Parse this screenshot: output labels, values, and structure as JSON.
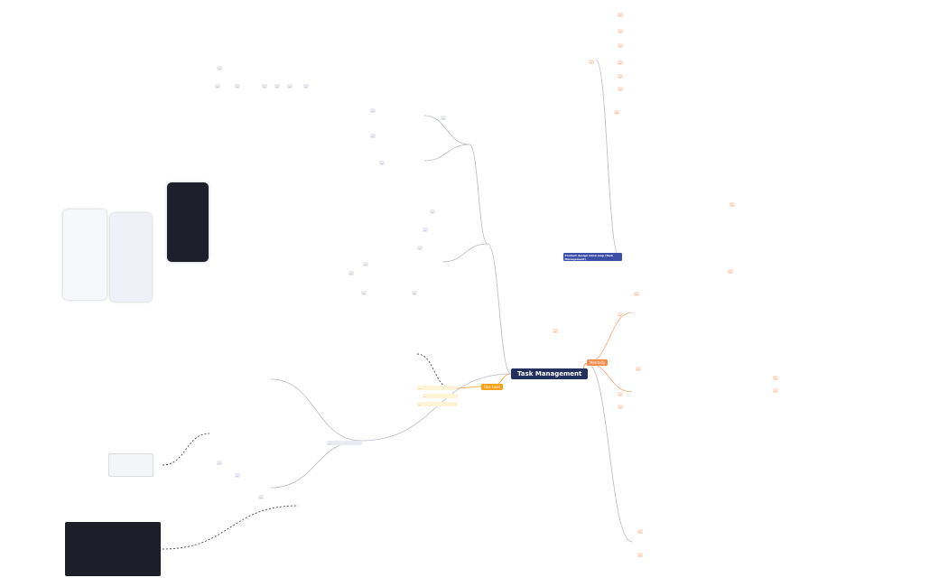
{
  "map": {
    "center": "Task Management",
    "uses_label": "Use case",
    "mentally_label": "Mentally",
    "summary": "Product design mind-map (Task Management)",
    "questions": [
      "...",
      "...",
      "..."
    ],
    "left_top_title": "...",
    "left_section_title": "..."
  },
  "nodes_left": [
    "...",
    "...",
    "...",
    "...",
    "...",
    "...",
    "...",
    "...",
    "...",
    "...",
    "...",
    "...",
    "...",
    "...",
    "...",
    "...",
    "...",
    "...",
    "...",
    "..."
  ],
  "nodes_right": [
    "...",
    "...",
    "...",
    "...",
    "...",
    "...",
    "...",
    "...",
    "...",
    "...",
    "...",
    "...",
    "...",
    "...",
    "...",
    "...",
    "...",
    "...",
    "...",
    "..."
  ],
  "colors": {
    "center": "#24305e",
    "orange_branch": "#f58b4c",
    "uses_branch": "#f7a21b",
    "node_bg": "#e9ebf3",
    "line": "#b6b9c8",
    "orange_line": "#f3a97a"
  }
}
